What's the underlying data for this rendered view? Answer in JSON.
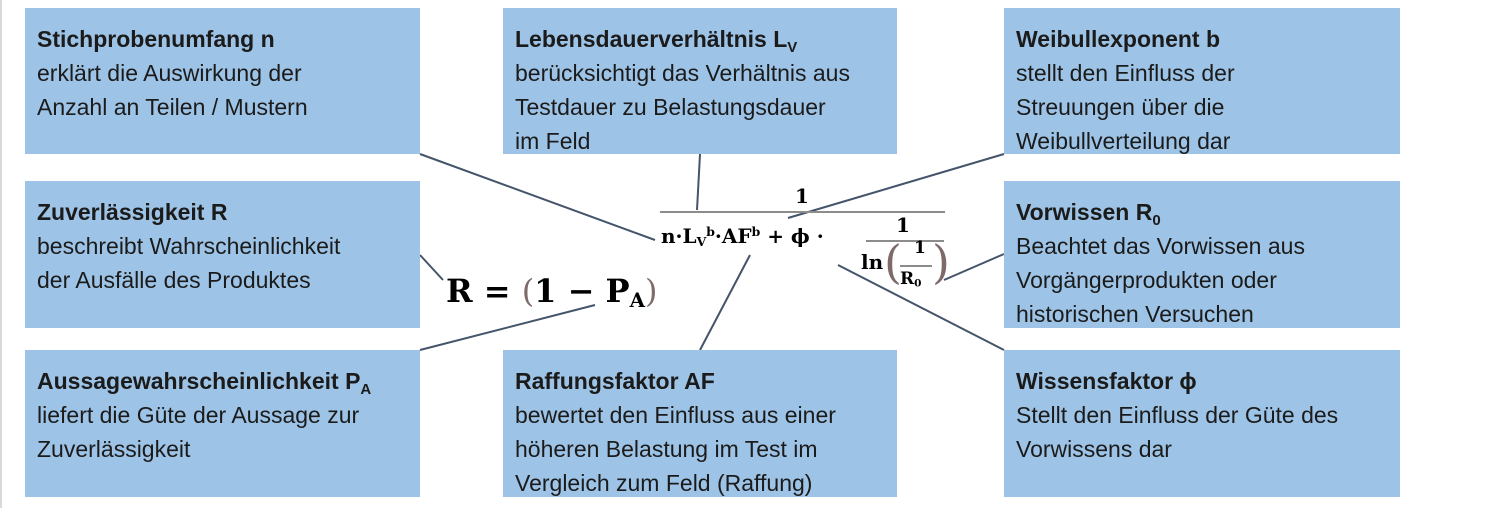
{
  "boxes": {
    "n": {
      "title": "Stichprobenumfang n",
      "desc": "erklärt die Auswirkung der\nAnzahl an Teilen / Mustern"
    },
    "lv": {
      "title": "Lebensdauerverhältnis L",
      "title_sub": "V",
      "desc": "berücksichtigt das Verhältnis aus\nTestdauer zu Belastungsdauer\nim Feld"
    },
    "b": {
      "title": "Weibullexponent b",
      "desc": "stellt den Einfluss der\nStreuungen über die\nWeibullverteilung dar"
    },
    "r": {
      "title": "Zuverlässigkeit R",
      "desc": "beschreibt Wahrscheinlichkeit\nder Ausfälle des Produktes"
    },
    "r0": {
      "title": "Vorwissen R",
      "title_sub": "0",
      "desc": "Beachtet das Vorwissen aus\nVorgängerprodukten oder\nhistorischen Versuchen"
    },
    "pa": {
      "title": "Aussagewahrscheinlichkeit P",
      "title_sub": "A",
      "desc": "liefert die Güte der Aussage zur\nZuverlässigkeit"
    },
    "af": {
      "title": "Raffungsfaktor AF",
      "desc": "bewertet den Einfluss aus einer\nhöheren Belastung im Test im\nVergleich zum Feld (Raffung)"
    },
    "phi": {
      "title": "Wissensfaktor ϕ",
      "desc": "Stellt den Einfluss der Güte des\nVorwissens dar"
    }
  },
  "formula": {
    "lhs": "R =",
    "one": "1",
    "minus": "−",
    "p": "P",
    "p_sub": "A",
    "exp_numerator": "1",
    "n": "n·L",
    "lv_sub": "V",
    "b1": "b",
    "af": "·AF",
    "b2": "b",
    "plus_phi": "+ ϕ ·",
    "inner_numerator": "1",
    "ln": "ln",
    "r0_num": "1",
    "r0": "R",
    "r0_sub": "0"
  },
  "colors": {
    "box": "#9dc3e6",
    "line": "#44546a",
    "paren": "#7f6a6a"
  }
}
